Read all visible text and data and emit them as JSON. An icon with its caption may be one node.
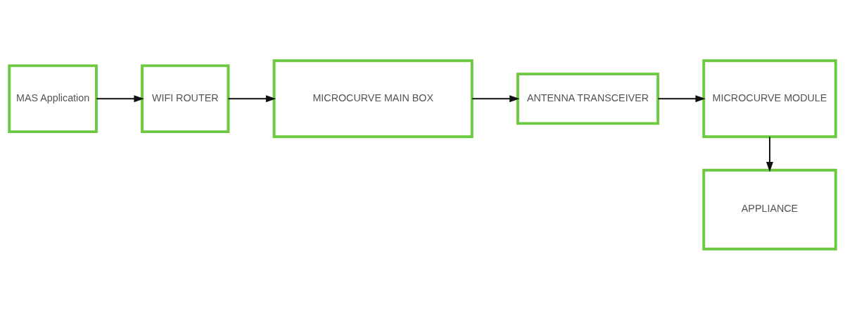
{
  "diagram": {
    "nodes": [
      {
        "text": [
          "MAS Application"
        ]
      },
      {
        "text": [
          "WIFI ROUTER"
        ]
      },
      {
        "text": [
          "MICROCURVE MAIN BOX"
        ]
      },
      {
        "text": [
          "ANTENNA TRANSCEIVER"
        ]
      },
      {
        "text": [
          "MICROCURVE MODULE"
        ]
      },
      {
        "text": [
          "APPLIANCE"
        ]
      }
    ],
    "edges": [
      {
        "from": 0,
        "to": 1,
        "arrow": "to"
      },
      {
        "from": 1,
        "to": 2,
        "arrow": "to"
      },
      {
        "from": 2,
        "to": 3,
        "arrow": "to"
      },
      {
        "from": 3,
        "to": 4,
        "arrow": "to"
      },
      {
        "from": 4,
        "to": 5,
        "arrow": "to"
      }
    ]
  }
}
